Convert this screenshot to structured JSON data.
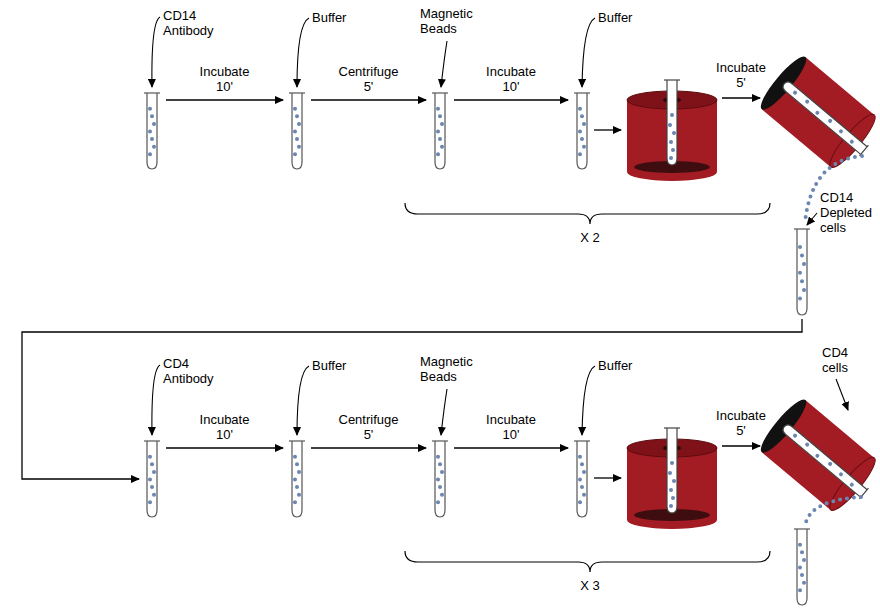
{
  "diagram": {
    "nodes": [
      {
        "text": [
          "CD14 Antibody"
        ]
      },
      {
        "text": [
          "Buffer"
        ]
      },
      {
        "text": [
          "Magnetic Beads"
        ]
      },
      {
        "text": [
          "Buffer"
        ]
      },
      {
        "text": [
          "CD14 Depleted cells"
        ]
      },
      {
        "text": [
          "CD4 Antibody"
        ]
      },
      {
        "text": [
          "Buffer"
        ]
      },
      {
        "text": [
          "Magnetic Beads"
        ]
      },
      {
        "text": [
          "Buffer"
        ]
      },
      {
        "text": [
          "CD4 cells"
        ]
      }
    ],
    "edges": [
      {
        "from": 0,
        "to": 1,
        "label": "Incubate 10'",
        "arrow": "to"
      },
      {
        "from": 1,
        "to": 2,
        "label": "Centrifuge 5'",
        "arrow": "to"
      },
      {
        "from": 2,
        "to": 3,
        "label": "Incubate 10'",
        "arrow": "to"
      },
      {
        "from": 4,
        "to": 5,
        "arrow": "to"
      },
      {
        "from": 5,
        "to": 6,
        "label": "Incubate 10'",
        "arrow": "to"
      },
      {
        "from": 6,
        "to": 7,
        "label": "Centrifuge 5'",
        "arrow": "to"
      },
      {
        "from": 7,
        "to": 8,
        "label": "Incubate 10'",
        "arrow": "to"
      }
    ],
    "labels": [
      "Incubate 5'",
      "X 2",
      "Incubate 5'",
      "X 3"
    ]
  }
}
